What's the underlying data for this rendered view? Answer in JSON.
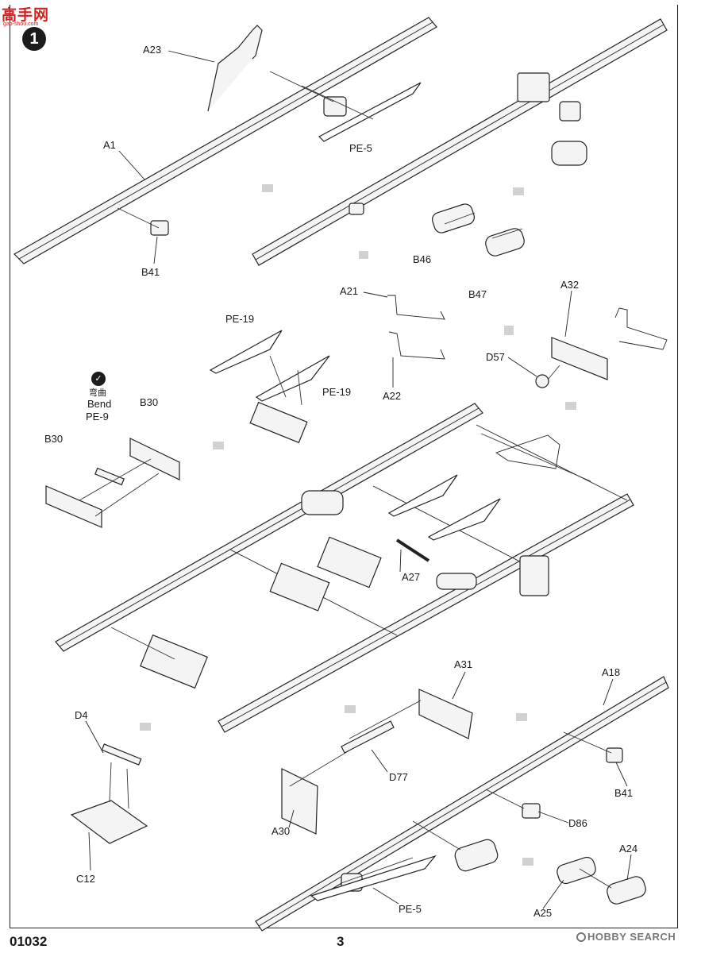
{
  "header": {
    "logo_text": "高手网",
    "logo_sub": "gao-shou.com",
    "step_number": "1"
  },
  "bend": {
    "icon": "check-circle-icon",
    "label_cn": "弯曲",
    "label_en": "Bend",
    "part": "PE-9"
  },
  "labels": {
    "a23": "A23",
    "pe5_top": "PE-5",
    "a1": "A1",
    "b41_top": "B41",
    "b46": "B46",
    "b47": "B47",
    "a21": "A21",
    "a32": "A32",
    "d57": "D57",
    "a22": "A22",
    "pe19_left": "PE-19",
    "pe19_right": "PE-19",
    "b30_right": "B30",
    "b30_left": "B30",
    "a27": "A27",
    "a31": "A31",
    "a18": "A18",
    "d4": "D4",
    "d77": "D77",
    "b41_bottom": "B41",
    "d86": "D86",
    "a30": "A30",
    "a24": "A24",
    "c12": "C12",
    "a25": "A25",
    "pe5_bottom": "PE-5"
  },
  "footer": {
    "kit_number": "01032",
    "page_number": "3",
    "watermark": "HOBBY SEARCH"
  }
}
